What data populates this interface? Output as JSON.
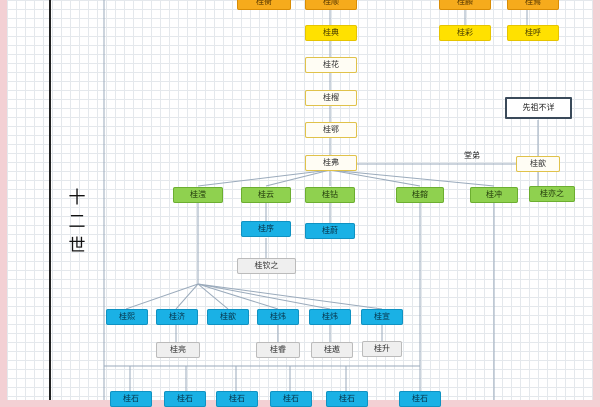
{
  "generation_label": "十二世",
  "nodes": {
    "top_a": "桂衡",
    "top_b": "桂顺",
    "top_c": "桂麟",
    "top_d": "桂焉",
    "c1": "桂典",
    "c2": "桂花",
    "c3": "桂榴",
    "c4": "桂鄂",
    "c5": "桂彩",
    "c6": "桂呼",
    "ancestor_note": "先祖不详",
    "hub": "桂弗",
    "rel_cousin": "堂弟",
    "cousin": "桂歆",
    "cousin_son": "桂亦之",
    "g1": "桂滢",
    "g2": "桂云",
    "g3": "桂钻",
    "g4": "桂鎔",
    "g5": "桂冲",
    "y1": "桂序",
    "y2": "桂蔚",
    "l1": "桂钦之",
    "b1": "桂熙",
    "b2": "桂济",
    "b3": "桂歆",
    "b4": "桂炜",
    "b5": "桂炜",
    "b6": "桂宣",
    "s1": "桂亮",
    "s2": "桂睿",
    "s3": "桂遨",
    "s4": "桂升",
    "r1": "桂石",
    "r2": "桂石",
    "r3": "桂石",
    "r4": "桂石",
    "r5": "桂石",
    "r6": "桂石"
  }
}
